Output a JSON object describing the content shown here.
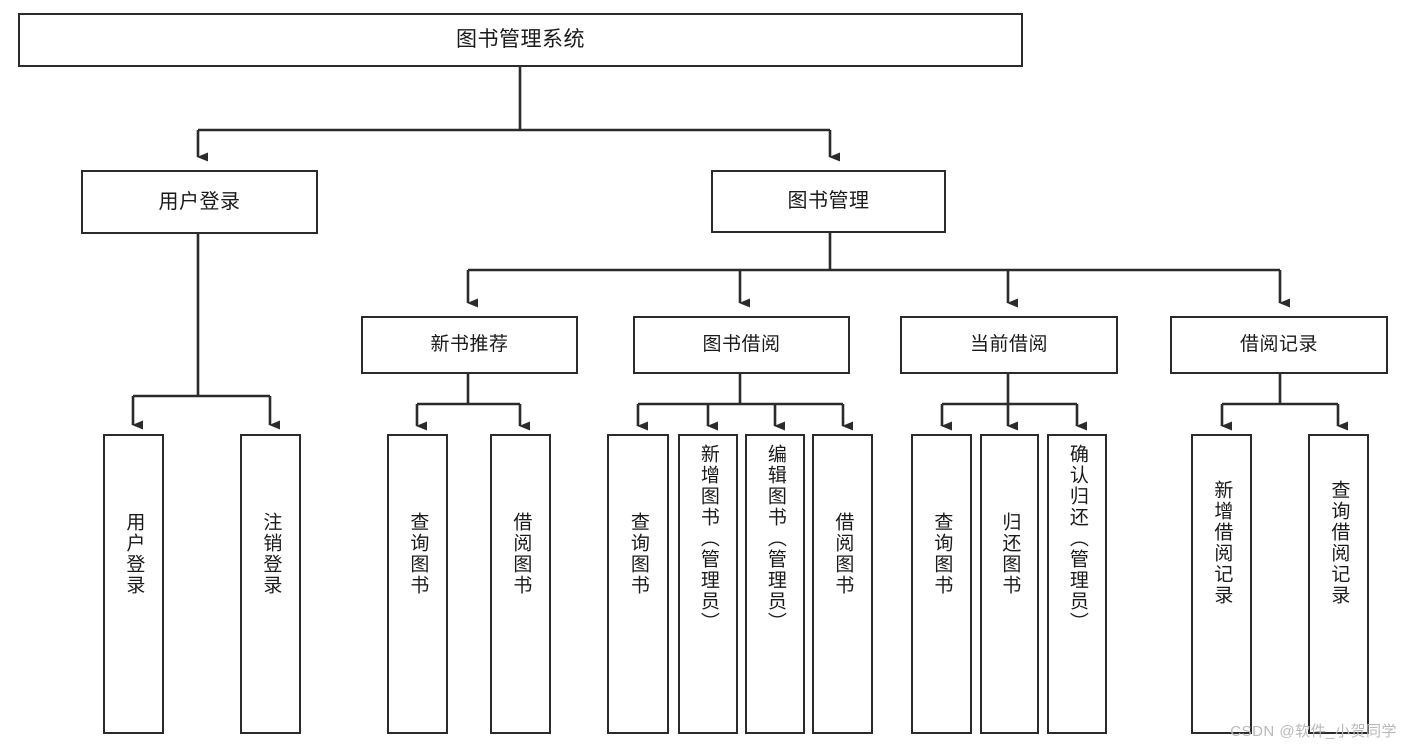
{
  "diagram": {
    "type": "tree-hierarchy-diagram",
    "title": "图书管理系统",
    "watermark": "CSDN @软件_小贺同学",
    "colors": {
      "stroke": "#2b2b2b",
      "fill": "#ffffff",
      "text": "#1a1a1a",
      "watermark": "#b9b9b9"
    },
    "nodes": {
      "root": {
        "label": "图书管理系统"
      },
      "level1": [
        {
          "id": "user-login",
          "label": "用户登录"
        },
        {
          "id": "book-manage",
          "label": "图书管理"
        }
      ],
      "level2": [
        {
          "id": "new-book-recommend",
          "label": "新书推荐"
        },
        {
          "id": "book-borrow",
          "label": "图书借阅"
        },
        {
          "id": "current-borrow",
          "label": "当前借阅"
        },
        {
          "id": "borrow-record",
          "label": "借阅记录"
        }
      ],
      "leaves": {
        "user-login": [
          {
            "id": "leaf-user-login",
            "label": "用户登录"
          },
          {
            "id": "leaf-logout",
            "label": "注销登录"
          }
        ],
        "new-book-recommend": [
          {
            "id": "leaf-query-book-1",
            "label": "查询图书"
          },
          {
            "id": "leaf-borrow-book-1",
            "label": "借阅图书"
          }
        ],
        "book-borrow": [
          {
            "id": "leaf-query-book-2",
            "label": "查询图书"
          },
          {
            "id": "leaf-add-book",
            "label": "新增图书（管理员）"
          },
          {
            "id": "leaf-edit-book",
            "label": "编辑图书（管理员）"
          },
          {
            "id": "leaf-borrow-book-2",
            "label": "借阅图书"
          }
        ],
        "current-borrow": [
          {
            "id": "leaf-query-book-3",
            "label": "查询图书"
          },
          {
            "id": "leaf-return-book",
            "label": "归还图书"
          },
          {
            "id": "leaf-confirm-return",
            "label": "确认归还（管理员）"
          }
        ],
        "borrow-record": [
          {
            "id": "leaf-add-record",
            "label": "新增借阅记录"
          },
          {
            "id": "leaf-query-record",
            "label": "查询借阅记录"
          }
        ]
      }
    }
  }
}
